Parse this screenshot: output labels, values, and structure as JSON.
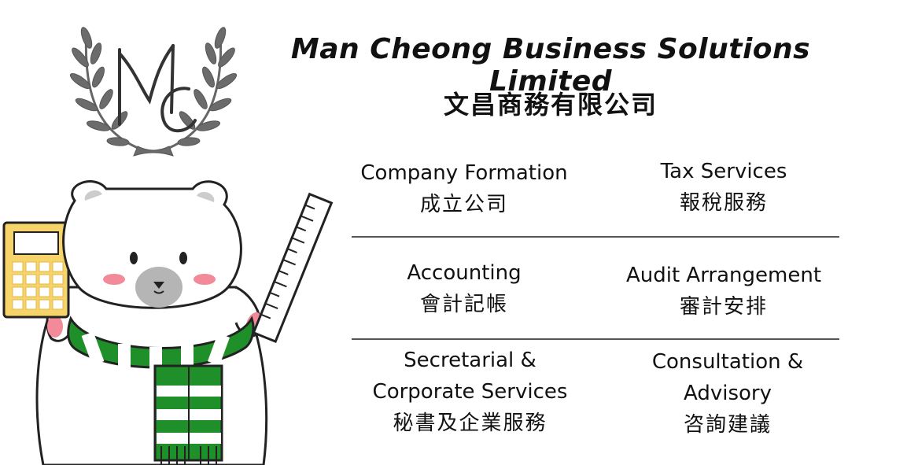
{
  "company": {
    "name_en": "Man Cheong Business Solutions Limited",
    "name_zh": "文昌商務有限公司",
    "logo_text": "MC"
  },
  "services": [
    {
      "en": "Company Formation",
      "zh": "成立公司"
    },
    {
      "en": "Tax Services",
      "zh": "報稅服務"
    },
    {
      "en": "Accounting",
      "zh": "會計記帳"
    },
    {
      "en": "Audit Arrangement",
      "zh": "審計安排"
    },
    {
      "en1": "Secretarial &",
      "en2": "Corporate Services",
      "zh": "秘書及企業服務"
    },
    {
      "en1": "Consultation &",
      "en2": "Advisory",
      "zh": "咨詢建議"
    }
  ],
  "colors": {
    "scarf_green": "#1f8f2a",
    "calculator_yellow": "#f7d46a",
    "blush_pink": "#f28a9a",
    "bear_nose_gray": "#b5b5b5"
  }
}
